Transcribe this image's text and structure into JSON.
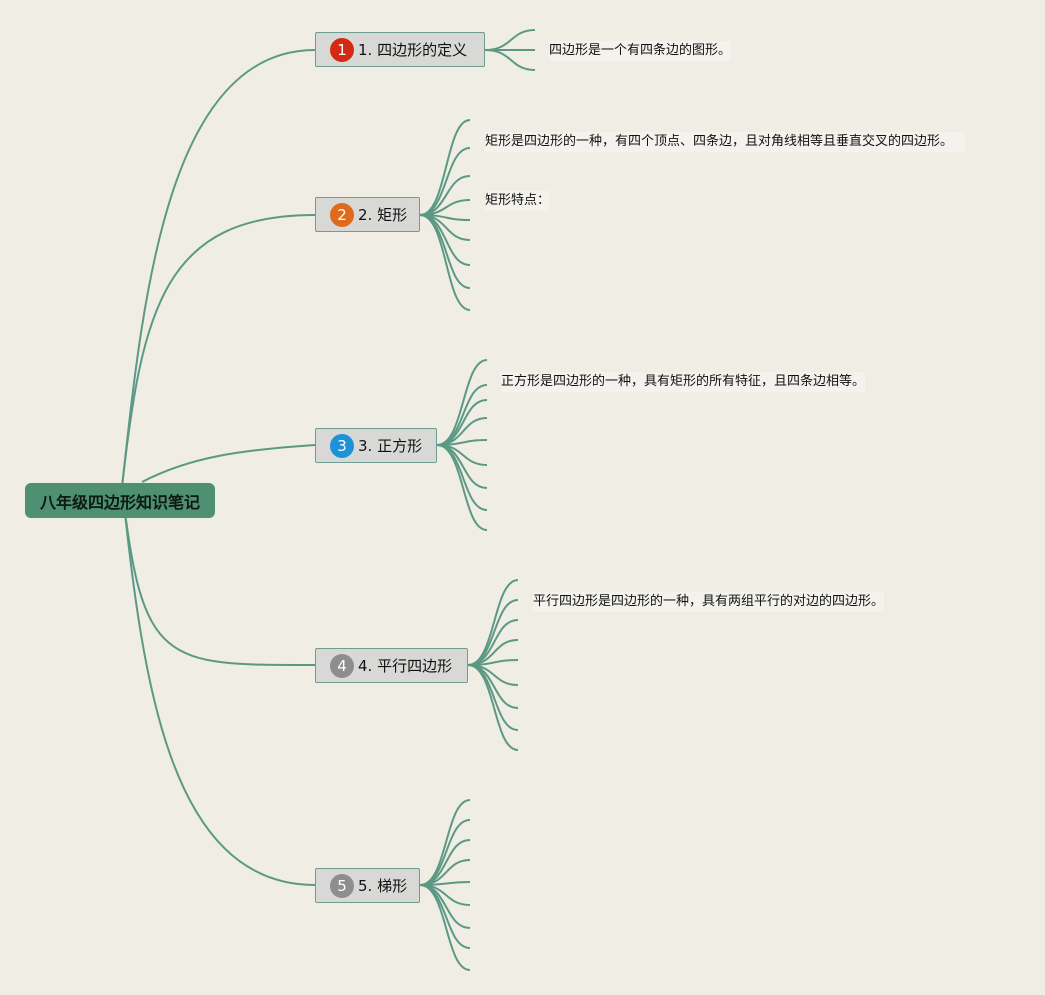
{
  "root": {
    "label": "八年级四边形知识笔记"
  },
  "topics": [
    {
      "badge": "1",
      "badge_color": "#d42a14",
      "label": "1. 四边形的定义",
      "notes": [
        "四边形是一个有四条边的图形。"
      ]
    },
    {
      "badge": "2",
      "badge_color": "#e06a1c",
      "label": "2. 矩形",
      "notes": [
        "矩形是四边形的一种，有四个顶点、四条边，且对角线相等且垂直交叉的四边形。",
        "矩形特点："
      ]
    },
    {
      "badge": "3",
      "badge_color": "#1e92d8",
      "label": "3. 正方形",
      "notes": [
        "正方形是四边形的一种，具有矩形的所有特征，且四条边相等。"
      ]
    },
    {
      "badge": "4",
      "badge_color": "#8e8e8e",
      "label": "4. 平行四边形",
      "notes": [
        "平行四边形是四边形的一种，具有两组平行的对边的四边形。"
      ]
    },
    {
      "badge": "5",
      "badge_color": "#8e8e8e",
      "label": "5. 梯形",
      "notes": []
    }
  ],
  "colors": {
    "line": "#5c9985",
    "root_bg": "#4f8f72",
    "background": "#f0ede4"
  }
}
